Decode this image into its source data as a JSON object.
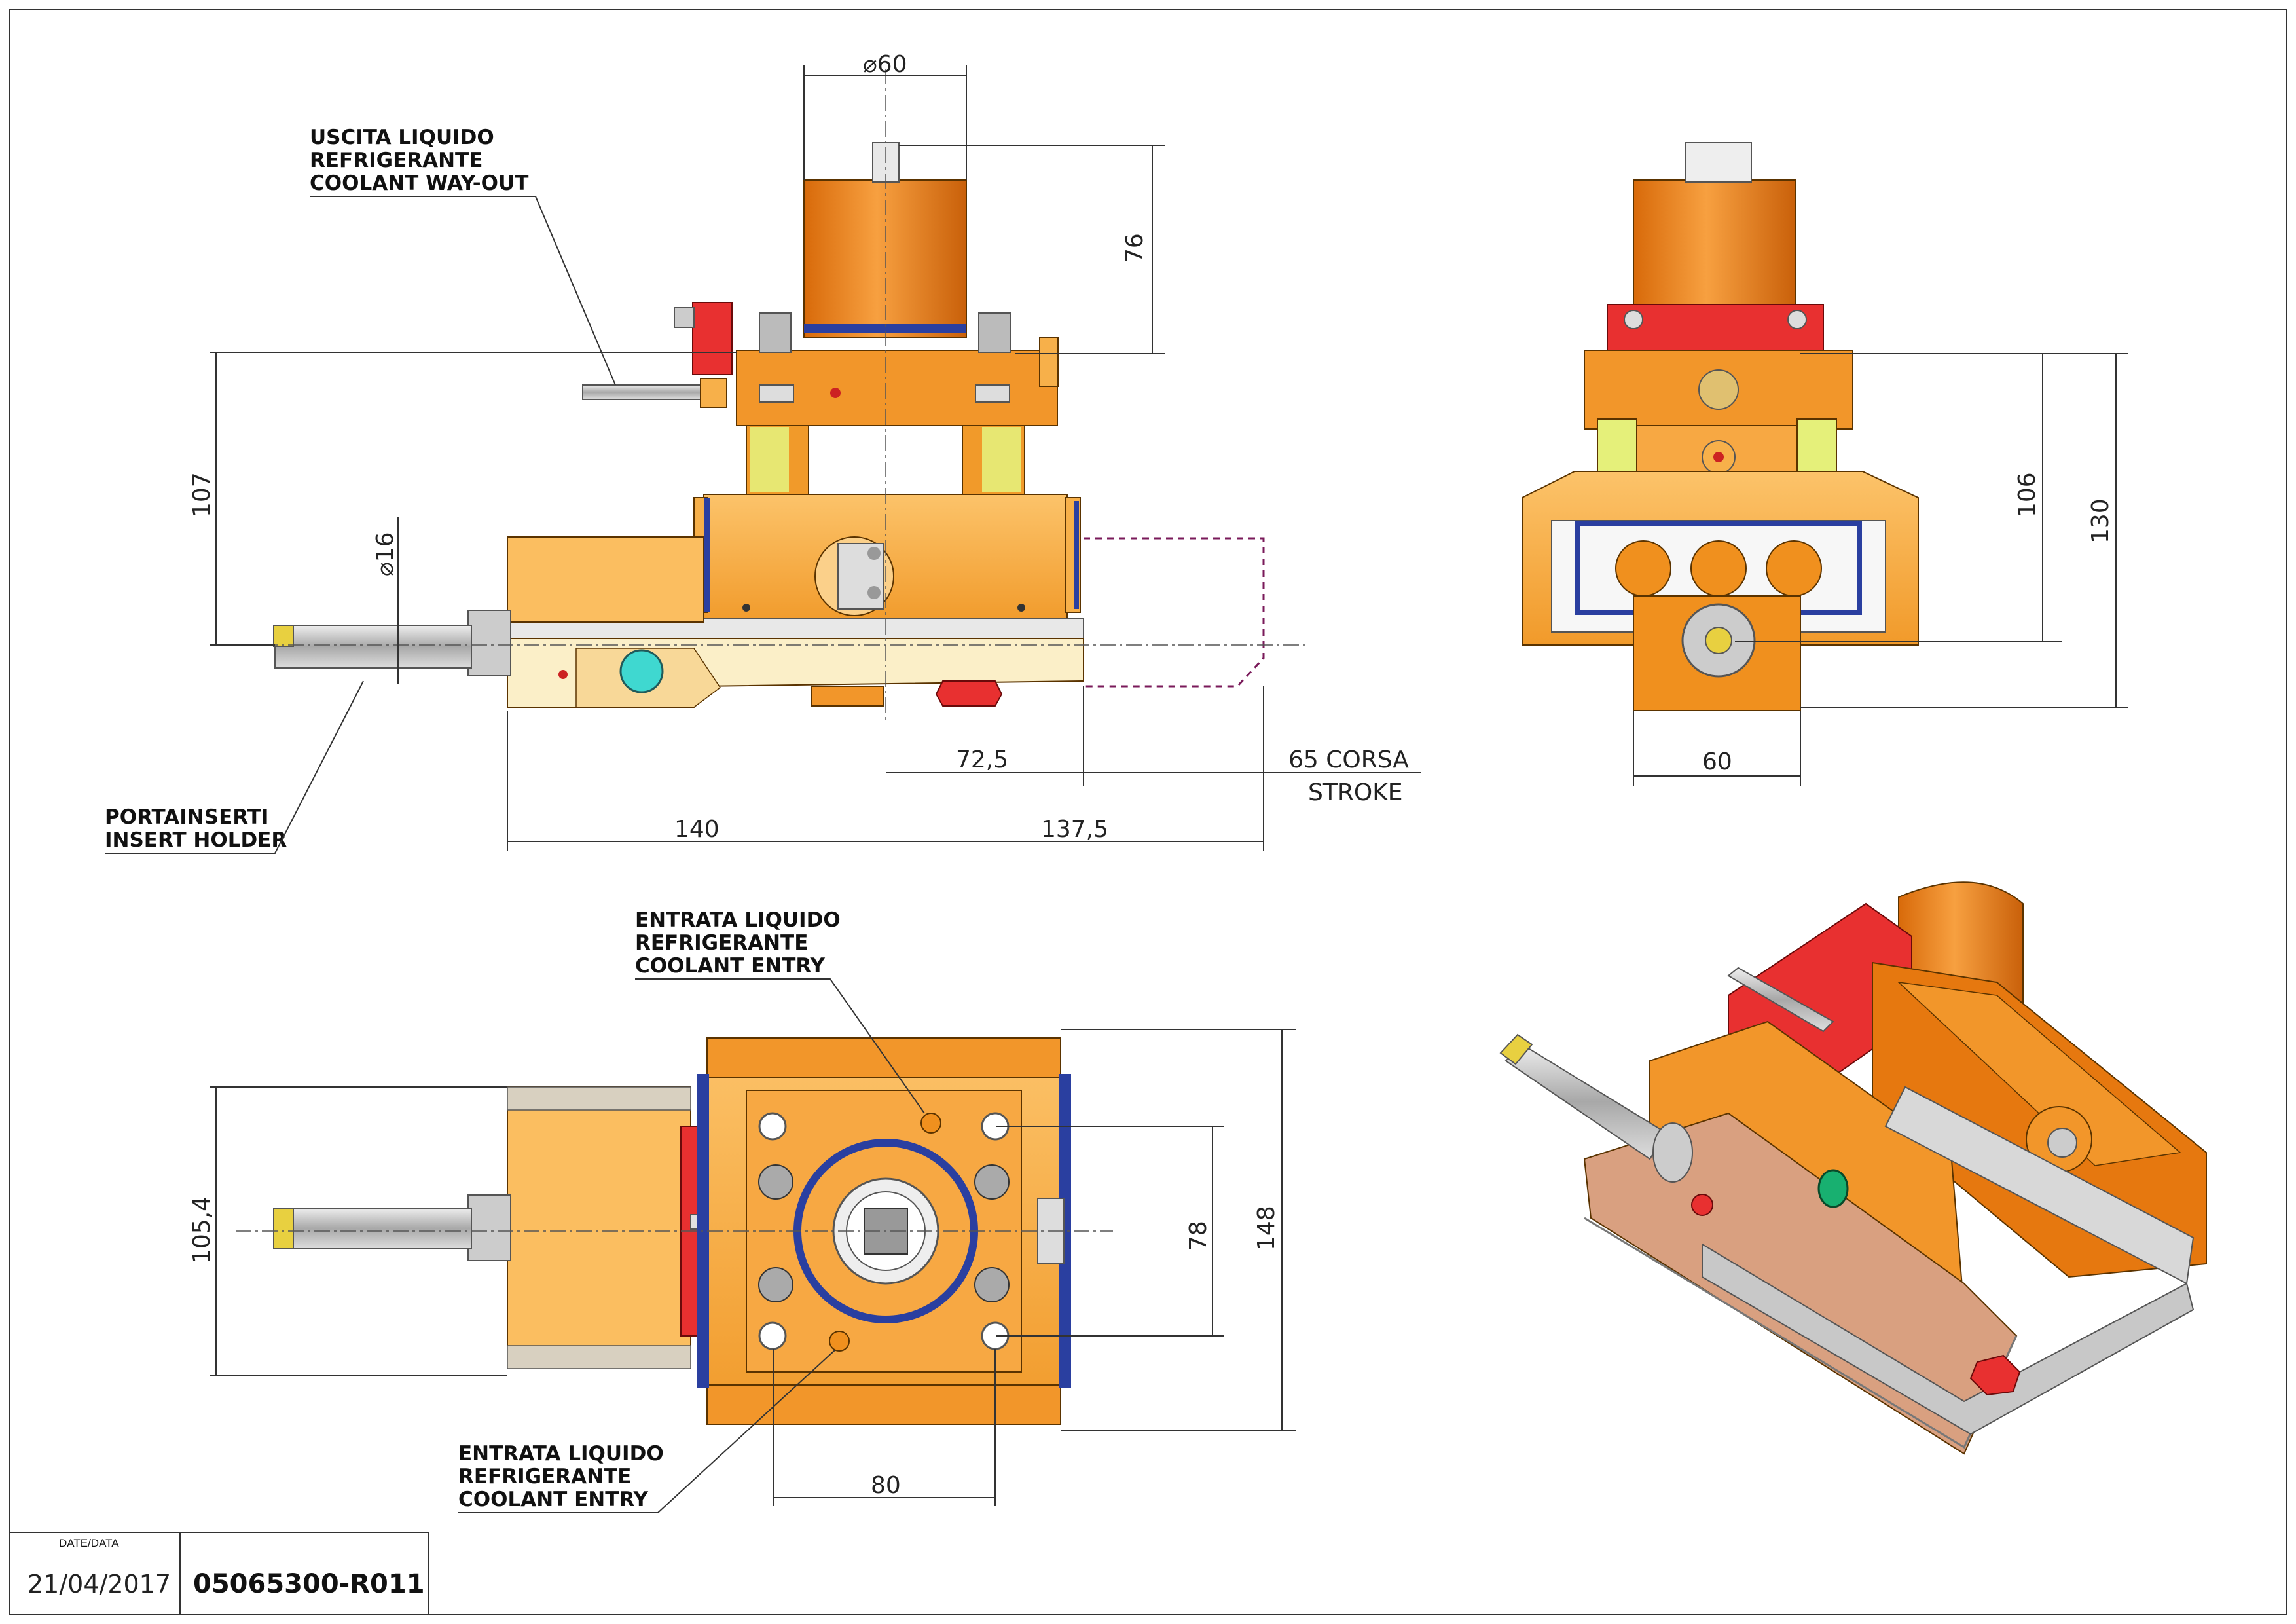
{
  "labels": {
    "coolant_out_it1": "USCITA LIQUIDO",
    "coolant_out_it2": "REFRIGERANTE",
    "coolant_out_en": "COOLANT WAY-OUT",
    "insert_holder_it": "PORTAINSERTI",
    "insert_holder_en": "INSERT HOLDER",
    "coolant_entry_top_it1": "ENTRATA LIQUIDO",
    "coolant_entry_top_it2": "REFRIGERANTE",
    "coolant_entry_top_en": "COOLANT ENTRY",
    "coolant_entry_bot_it1": "ENTRATA LIQUIDO",
    "coolant_entry_bot_it2": "REFRIGERANTE",
    "coolant_entry_bot_en": "COOLANT ENTRY"
  },
  "dimensions": {
    "d60": "⌀60",
    "d76": "76",
    "d107": "107",
    "d16": "⌀16",
    "d72_5": "72,5",
    "d65": "65 CORSA",
    "d65_en": "STROKE",
    "d140": "140",
    "d137_5": "137,5",
    "d106": "106",
    "d130": "130",
    "d60b": "60",
    "d105_4": "105,4",
    "d78": "78",
    "d148": "148",
    "d80": "80"
  },
  "title_block": {
    "date_label": "DATE/DATA",
    "date": "21/04/2017",
    "code": "05065300-R011"
  },
  "colors": {
    "orange_dark": "#e6780f",
    "orange_mid": "#f5a030",
    "orange_light": "#fbc06a",
    "cream": "#fbefc8",
    "red": "#e83030",
    "blue_seal": "#2a3fa0",
    "yellow_green": "#e5f07a",
    "cyan": "#3fd8d0",
    "green": "#18b070",
    "steel": "#c8c8c8"
  }
}
